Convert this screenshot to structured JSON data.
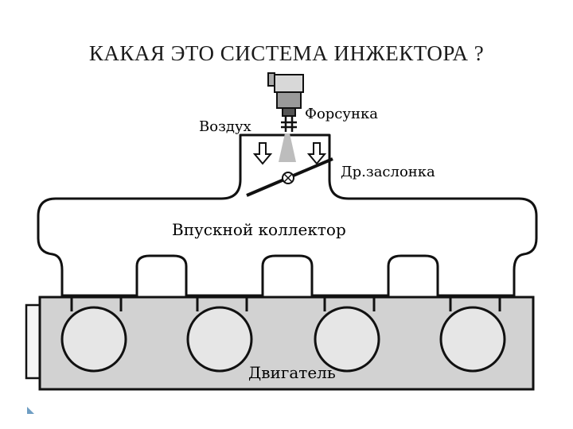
{
  "slide": {
    "title": "КАКАЯ ЭТО СИСТЕМА ИНЖЕКТОРА ?"
  },
  "diagram": {
    "labels": {
      "injector": "Форсунка",
      "air": "Воздух",
      "throttle": "Др.заслонка",
      "manifold": "Впускной коллектор",
      "engine": "Двигатель"
    },
    "colors": {
      "engine_block": "#d2d2d2",
      "outline": "#111111",
      "accent_corner": "#6f9ec3"
    }
  }
}
